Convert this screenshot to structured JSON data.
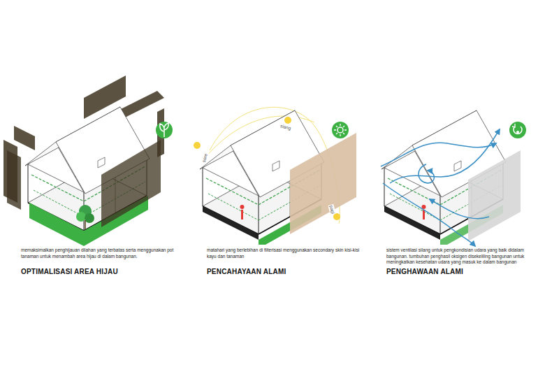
{
  "diagram": {
    "labels": [
      "memaksimalkan penghijauan dilahan yang terbatas serta menggunakan pot tanaman untuk menambah area hijau di dalam bangunan.",
      "OPTIMALISASI AREA HIJAU",
      "matahari yang berlebihan di filterisasi menggunakan secondary skin kisi-kisi kayu dan tanaman",
      "PENCAHAYAAN ALAMI",
      "sistem ventilasi silang untuk pengkondisian udara yang baik didalam bangunan. tumbuhan penghasil oksigen disekeliling bangunan untuk meningkatkan kesehatan udara yang masuk ke dalam bangunan",
      "PENGHAWAAN ALAMI",
      "sore",
      "siang",
      "pagi"
    ]
  }
}
